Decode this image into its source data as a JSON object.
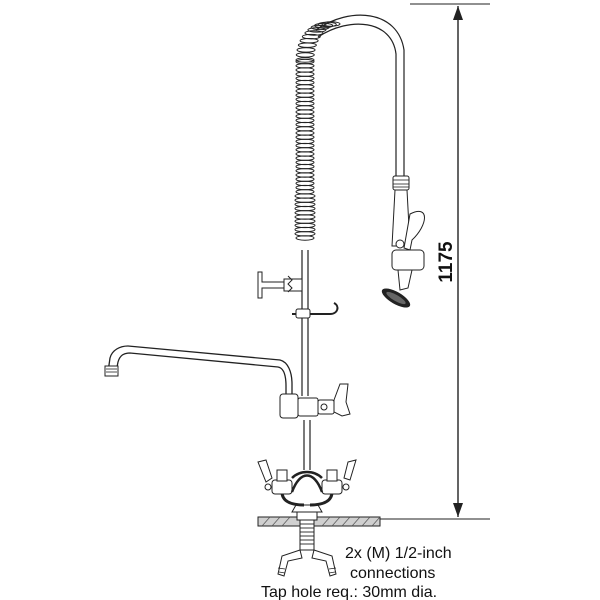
{
  "diagram": {
    "height_dimension": "1175",
    "note_connections_line1": "2x (M) 1/2-inch",
    "note_connections_line2": "connections",
    "note_tap_hole": "Tap hole req.: 30mm dia."
  },
  "colors": {
    "ink": "#222222",
    "paper": "#ffffff"
  },
  "icons": {
    "faucet": "pre-rinse-faucet-drawing",
    "spring": "coil-spring",
    "spray": "spray-valve-head"
  }
}
